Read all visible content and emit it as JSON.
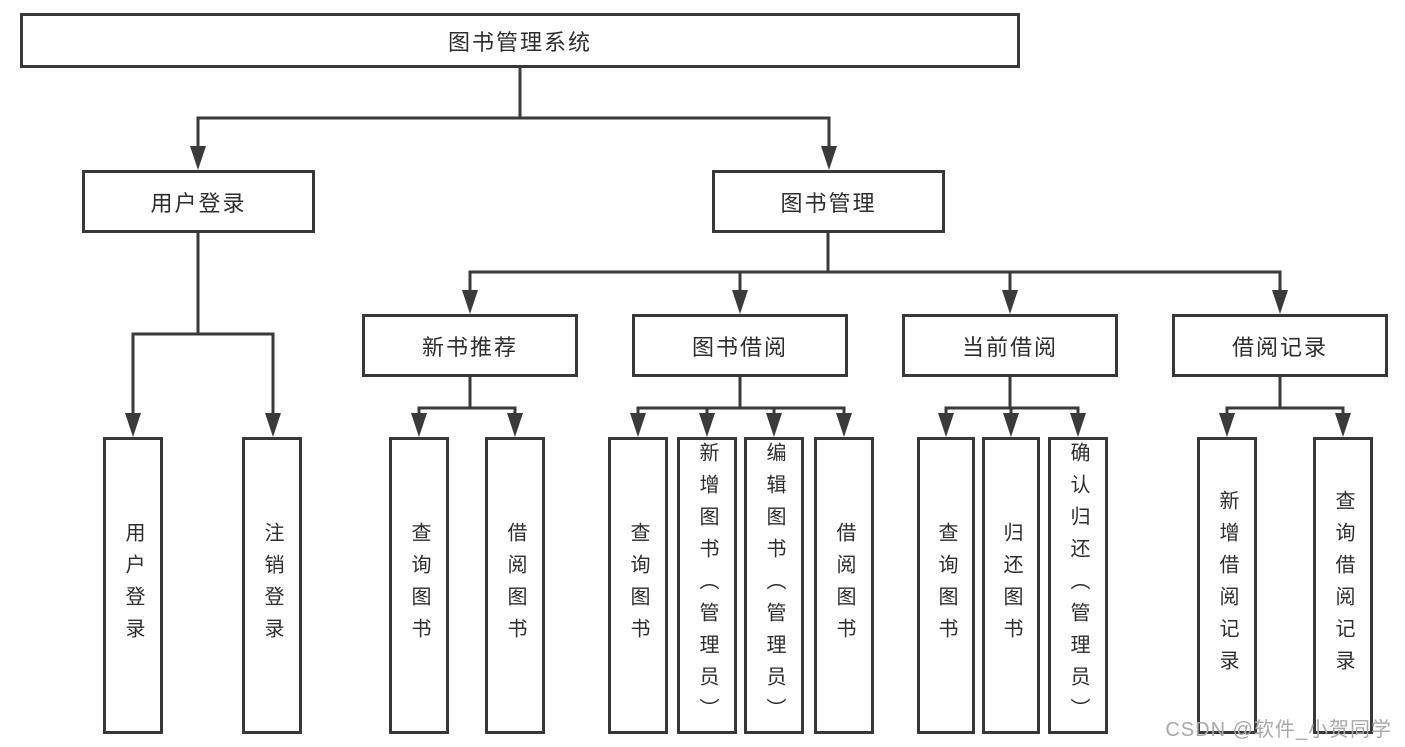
{
  "tree": {
    "label": "图书管理系统",
    "children": [
      {
        "label": "用户登录",
        "children": [
          {
            "label": "用户登录"
          },
          {
            "label": "注销登录"
          }
        ]
      },
      {
        "label": "图书管理",
        "children": [
          {
            "label": "新书推荐",
            "children": [
              {
                "label": "查询图书"
              },
              {
                "label": "借阅图书"
              }
            ]
          },
          {
            "label": "图书借阅",
            "children": [
              {
                "label": "查询图书"
              },
              {
                "label": "新增图书（管理员）"
              },
              {
                "label": "编辑图书（管理员）"
              },
              {
                "label": "借阅图书"
              }
            ]
          },
          {
            "label": "当前借阅",
            "children": [
              {
                "label": "查询图书"
              },
              {
                "label": "归还图书"
              },
              {
                "label": "确认归还（管理员）"
              }
            ]
          },
          {
            "label": "借阅记录",
            "children": [
              {
                "label": "新增借阅记录"
              },
              {
                "label": "查询借阅记录"
              }
            ]
          }
        ]
      }
    ]
  },
  "watermark": "CSDN @软件_小贺同学",
  "colors": {
    "line": "#3a3a3a",
    "box_border": "#383838",
    "text": "#2d2d2d",
    "watermark": "#a8a8a8",
    "background": "#ffffff"
  }
}
